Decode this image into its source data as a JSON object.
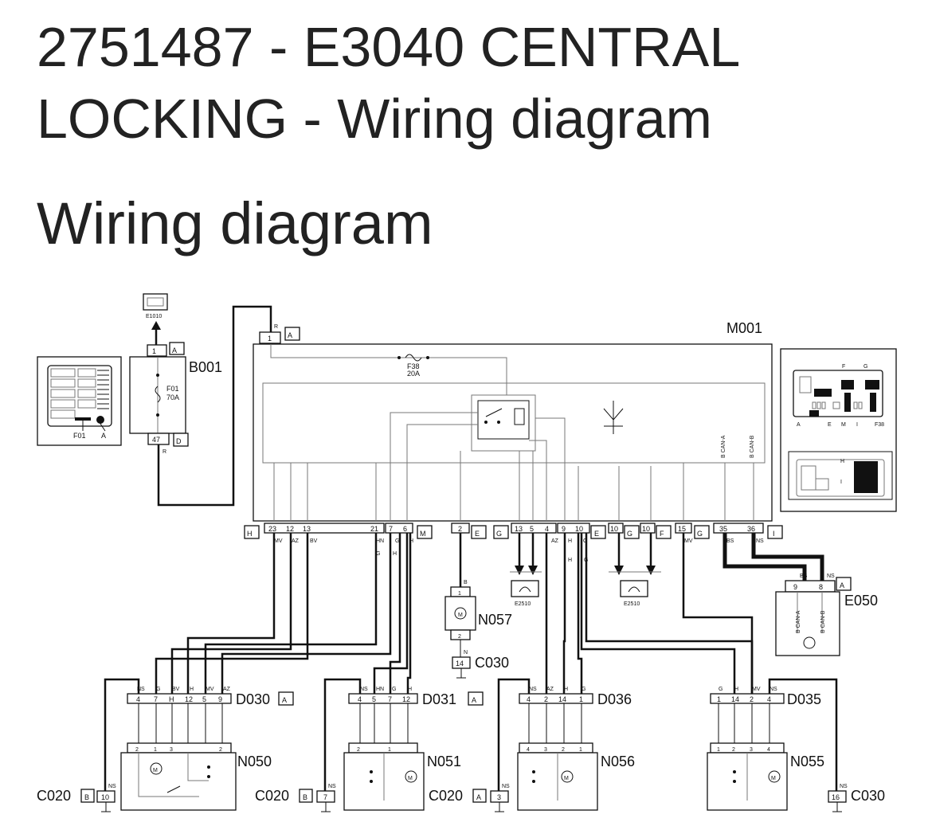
{
  "page": {
    "title": "2751487 - E3040 CENTRAL LOCKING - Wiring diagram",
    "heading": "Wiring diagram"
  },
  "diagram": {
    "components": {
      "M001": "M001",
      "B001": "B001",
      "E050": "E050",
      "N057": "N057",
      "N050": "N050",
      "N051": "N051",
      "N056": "N056",
      "N055": "N055",
      "E1010": "E1010",
      "E2510": "E2510",
      "D030": "D030",
      "D031": "D031",
      "D036": "D036",
      "D035": "D035",
      "C030": "C030",
      "C020": "C020"
    },
    "fuses": {
      "F38": "F38",
      "F38_rating": "20A",
      "F01": "F01",
      "F01_rating": "70A"
    },
    "connector_letters": {
      "A": "A",
      "B": "B",
      "D": "D",
      "E": "E",
      "F": "F",
      "G": "G",
      "H": "H",
      "I": "I",
      "M": "M"
    },
    "can_labels": {
      "can_a": "B CAN-A",
      "can_b": "B CAN-B"
    },
    "m001_pins": {
      "H": [
        "23",
        "12",
        "13",
        "21"
      ],
      "M": [
        "7",
        "6"
      ],
      "E": [
        "2"
      ],
      "G1": [
        "13",
        "5",
        "4"
      ],
      "E2": [
        "9",
        "10"
      ],
      "G2": [
        "10"
      ],
      "F": [
        "10"
      ],
      "G3": [
        "15"
      ],
      "I": [
        "35",
        "36"
      ],
      "A": [
        "1"
      ]
    },
    "wire_colors": {
      "MV": "MV",
      "AZ": "AZ",
      "BV": "BV",
      "HN": "HN",
      "G": "G",
      "H": "H",
      "NS": "NS",
      "R": "R",
      "B": "B",
      "N": "N",
      "BS": "BS"
    },
    "misc": {
      "pin_1": "1",
      "pin_2": "2",
      "pin_3": "3",
      "pin_9": "9",
      "pin_8": "8",
      "pin_47": "47",
      "pin_10": "10",
      "pin_7": "7",
      "pin_14": "14",
      "pin_16": "16",
      "motor": "M"
    }
  }
}
